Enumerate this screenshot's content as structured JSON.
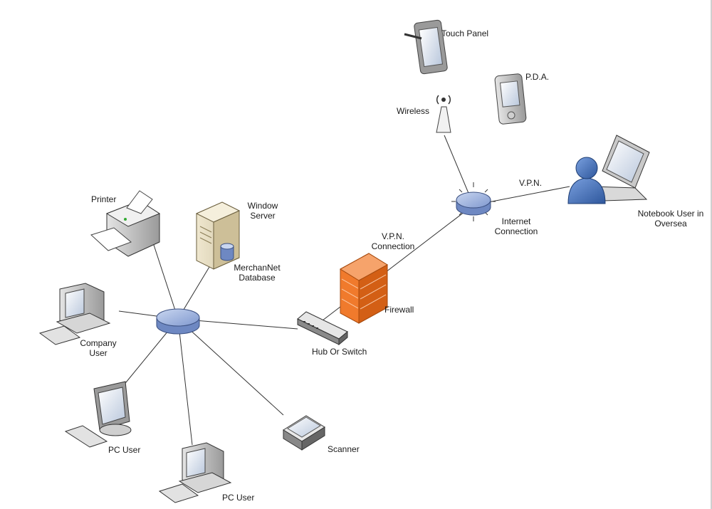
{
  "labels": {
    "touch_panel": "Touch Panel",
    "pda": "P.D.A.",
    "wireless": "Wireless",
    "vpn": "V.P.N.",
    "internet_connection": "Internet Connection",
    "notebook_user": "Notebook User in Oversea",
    "vpn_connection": "V.P.N. Connection",
    "firewall": "Firewall",
    "hub_or_switch": "Hub Or Switch",
    "printer": "Printer",
    "window_server": "Window Server",
    "merchannet_database": "MerchanNet Database",
    "company_user": "Company User",
    "pc_user_1": "PC User",
    "pc_user_2": "PC User",
    "scanner": "Scanner"
  },
  "colors": {
    "hub_blue": "#8fa8d6",
    "hub_blue_dark": "#5b76b0",
    "firewall_orange": "#f07a2c",
    "person_blue": "#3f6cb5",
    "line": "#333333"
  }
}
